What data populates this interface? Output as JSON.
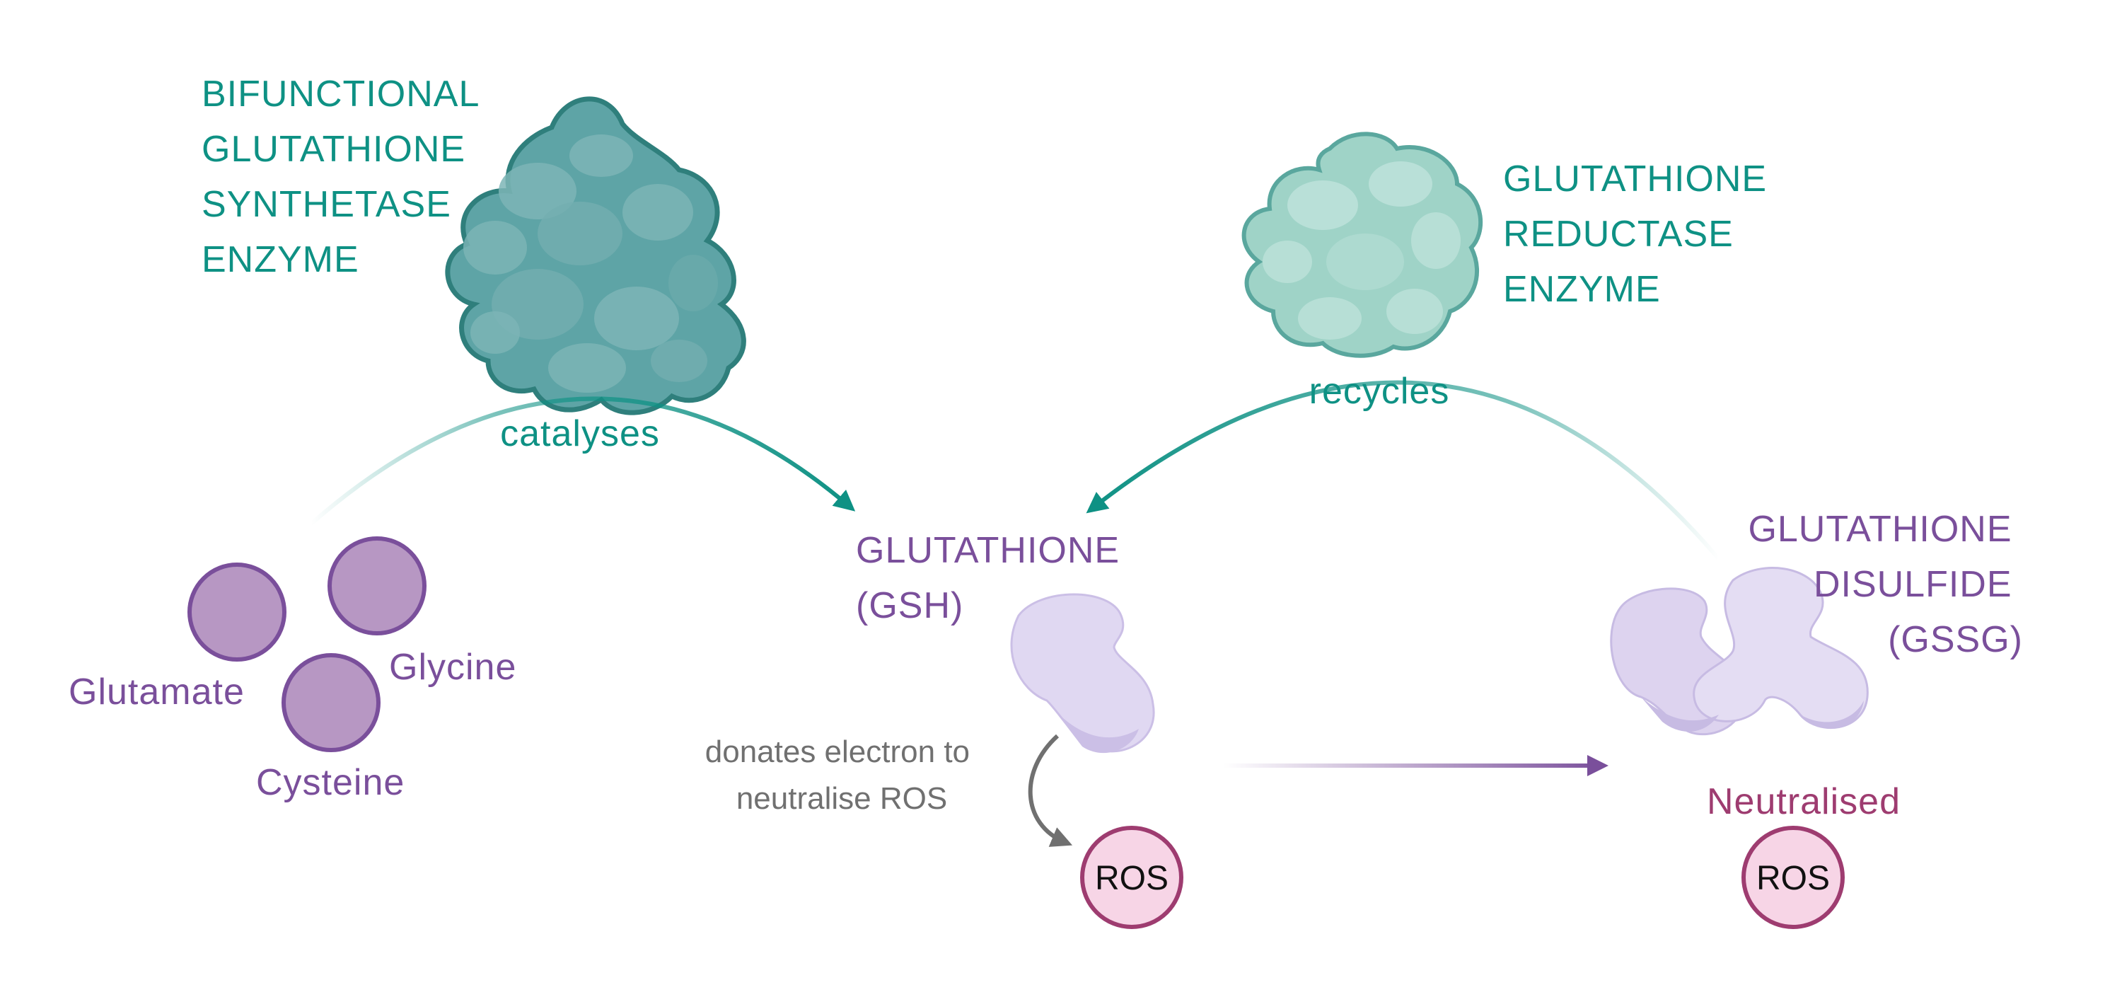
{
  "colors": {
    "teal": "#0e9184",
    "teal_dark_enzyme": "#5ea4a6",
    "teal_light_enzyme": "#9fd3c7",
    "purple": "#7a4f9b",
    "lavender": "#dcd3ee",
    "amino_fill": "#b797c3",
    "amino_stroke": "#7a4f9b",
    "grey": "#707070",
    "ros_fill": "#f7d5e6",
    "ros_stroke": "#9e3c70",
    "neutralised": "#9e3c70"
  },
  "enzymes": {
    "synthetase": {
      "label_lines": [
        "BIFUNCTIONAL",
        "GLUTATHIONE",
        "SYNTHETASE",
        "ENZYME"
      ],
      "action": "catalyses"
    },
    "reductase": {
      "label_lines": [
        "GLUTATHIONE",
        "REDUCTASE",
        "ENZYME"
      ],
      "action": "recycles"
    }
  },
  "amino_acids": {
    "glutamate": "Glutamate",
    "glycine": "Glycine",
    "cysteine": "Cysteine"
  },
  "gsh": {
    "label_lines": [
      "GLUTATHIONE",
      "(GSH)"
    ],
    "note_lines": [
      "donates electron to",
      "neutralise ROS"
    ]
  },
  "gssg": {
    "label_lines": [
      "GLUTATHIONE",
      "DISULFIDE",
      "(GSSG)"
    ]
  },
  "ros": {
    "label": "ROS",
    "neutralised_label": "Neutralised"
  }
}
